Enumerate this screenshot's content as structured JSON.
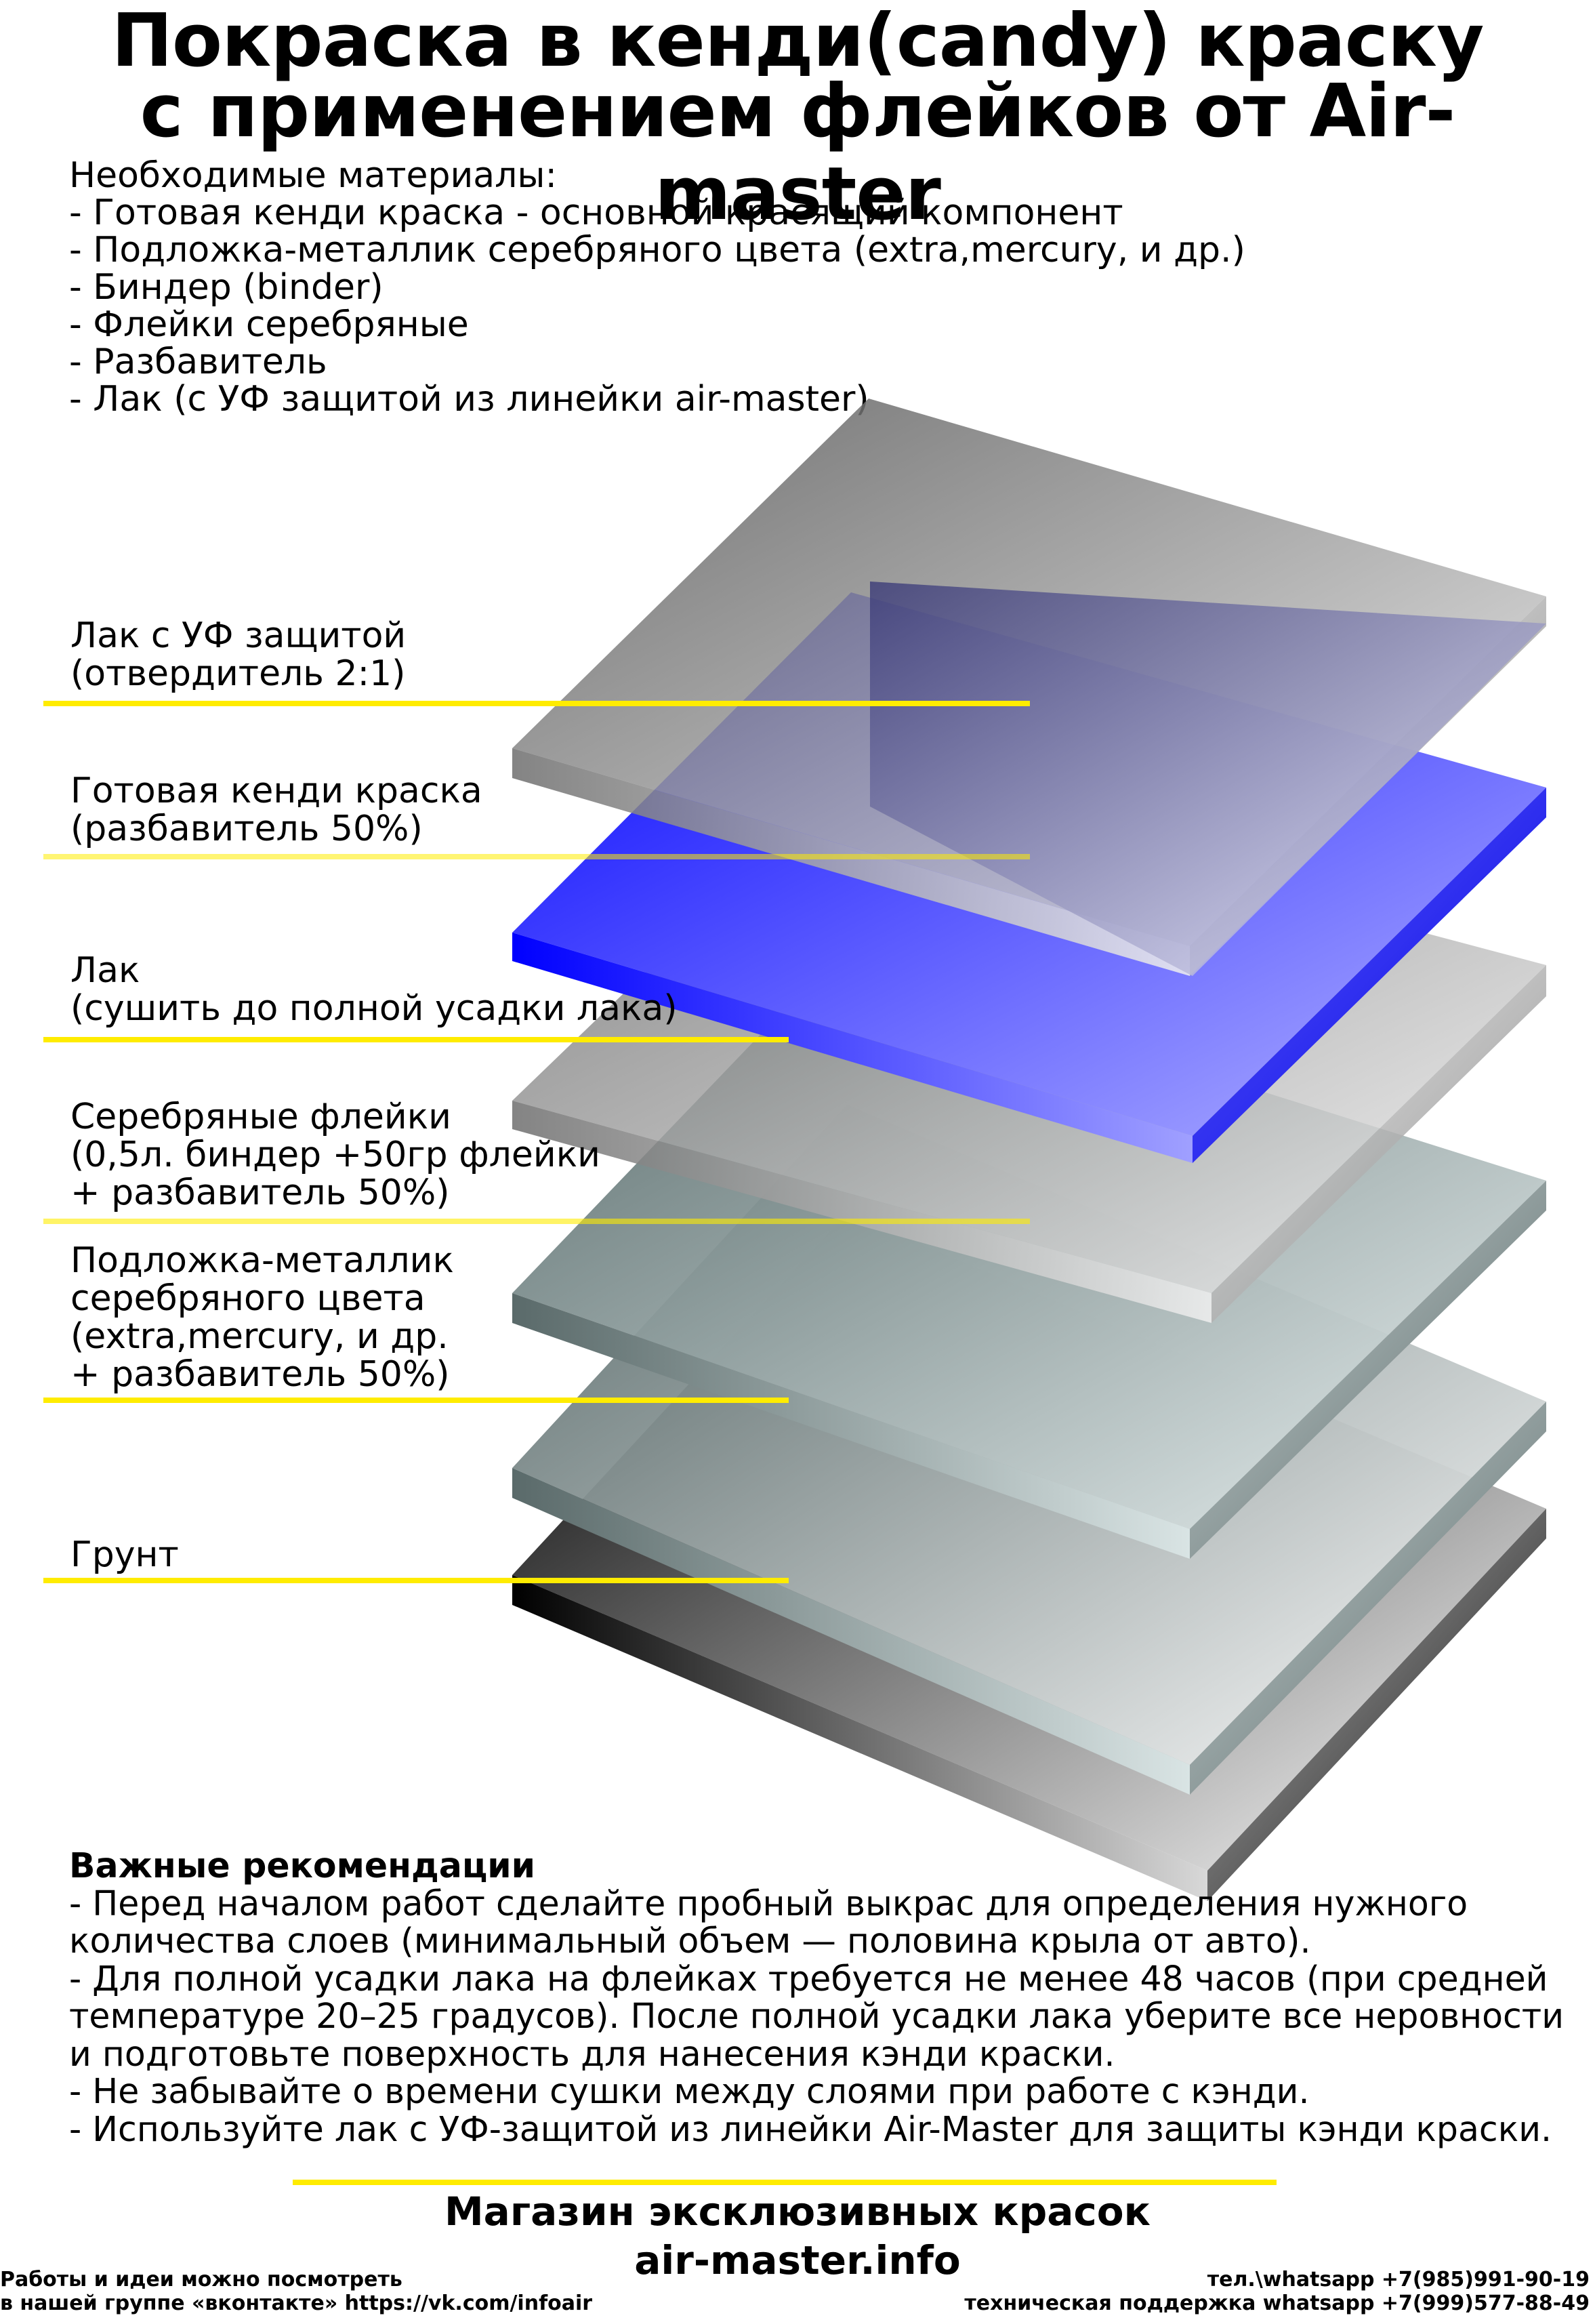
{
  "title": {
    "line1": "Покраска в кенди(candy) краску",
    "line2": "с применением флейков от Air-master"
  },
  "materials": {
    "heading": "Необходимые материалы:",
    "items": [
      "- Готовая кенди краска - основной красящий компонент",
      "- Подложка-металлик серебряного цвета (extra,mercury, и др.)",
      "- Биндер (binder)",
      "- Флейки серебряные",
      "- Разбавитель",
      "- Лак (с УФ защитой из линейки air-master)"
    ]
  },
  "layers": [
    {
      "lines": [
        "Лак с УФ защитой",
        "(отвердитель 2:1)"
      ]
    },
    {
      "lines": [
        "Готовая кенди краска",
        "(разбавитель 50%)"
      ]
    },
    {
      "lines": [
        "Лак",
        "(сушить до полной усадки лака)"
      ]
    },
    {
      "lines": [
        "Серебряные флейки",
        "(0,5л. биндер +50гр флейки",
        "+ разбавитель 50%)"
      ]
    },
    {
      "lines": [
        "Подложка-металлик",
        "серебряного цвета",
        "(extra,mercury, и др.",
        "+ разбавитель 50%)"
      ]
    },
    {
      "lines": [
        "Грунт"
      ]
    }
  ],
  "recommendations": {
    "heading": "Важные рекомендации",
    "lines": [
      "- Перед началом работ сделайте пробный выкрас для определения нужного",
      "количества слоев (минимальный объем — половина крыла от авто).",
      "- Для полной усадки лака на флейках требуется не менее 48 часов (при средней",
      "температуре 20–25 градусов). После полной усадки лака уберите все неровности",
      "и подготовьте поверхность для нанесения кэнди краски.",
      "- Не забывайте о времени сушки между слоями при работе с кэнди.",
      "- Используйте лак с УФ-защитой из линейки Air-Master для защиты кэнди краски."
    ]
  },
  "shop": {
    "line1": "Магазин эксклюзивных красок",
    "line2": "air-master.info"
  },
  "footer": {
    "left1": "Работы и идеи можно посмотреть",
    "left2": "в нашей группе «вконтакте» https://vk.com/infoair",
    "right1": "тел.\\whatsapp +7(985)991-90-19",
    "right2": "техническая поддержка whatsapp +7(999)577-88-49"
  },
  "colors": {
    "pointer": "#ffec00",
    "candy": "#2a2aff"
  }
}
